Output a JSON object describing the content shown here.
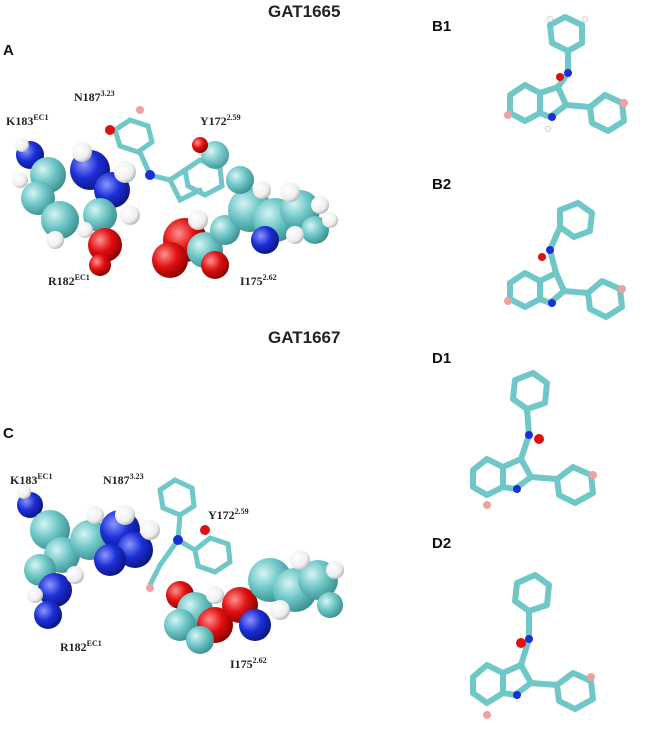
{
  "figure": {
    "top_title": "GAT1665",
    "bottom_title": "GAT1667"
  },
  "panels": {
    "A": "A",
    "B1": "B1",
    "B2": "B2",
    "C": "C",
    "D1": "D1",
    "D2": "D2"
  },
  "residues_top": {
    "k183": {
      "name": "K183",
      "sup": "EC1"
    },
    "n187": {
      "name": "N187",
      "sup": "3.23"
    },
    "y172": {
      "name": "Y172",
      "sup": "2.59"
    },
    "r182": {
      "name": "R182",
      "sup": "EC1"
    },
    "i175": {
      "name": "I175",
      "sup": "2.62"
    }
  },
  "residues_bottom": {
    "k183": {
      "name": "K183",
      "sup": "EC1"
    },
    "n187": {
      "name": "N187",
      "sup": "3.23"
    },
    "y172": {
      "name": "Y172",
      "sup": "2.59"
    },
    "r182": {
      "name": "R182",
      "sup": "EC1"
    },
    "i175": {
      "name": "I175",
      "sup": "2.62"
    }
  },
  "colors": {
    "carbon": "#6fc7c7",
    "nitrogen": "#1c2fd6",
    "oxygen": "#e01010",
    "hydrogen": "#f4f4f4",
    "halogen": "#e8a0a0"
  }
}
